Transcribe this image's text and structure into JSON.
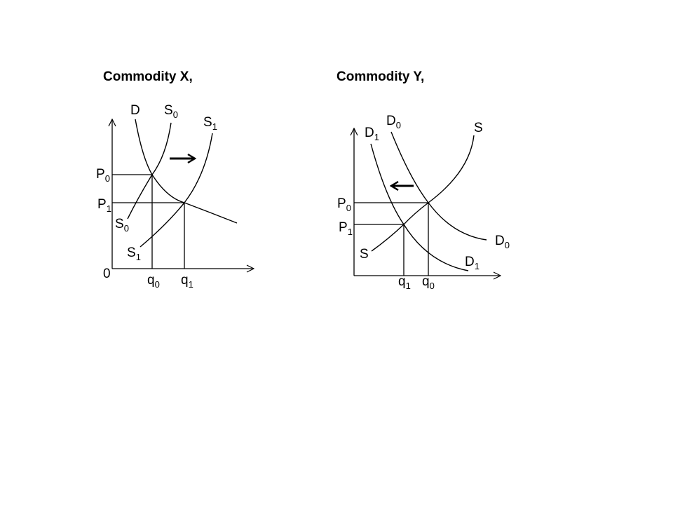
{
  "panels": [
    {
      "title": "Commodity X,",
      "origin_label": "0",
      "y_labels": [
        {
          "base": "P",
          "sub": "0"
        },
        {
          "base": "P",
          "sub": "1"
        }
      ],
      "x_labels": [
        {
          "base": "q",
          "sub": "0"
        },
        {
          "base": "q",
          "sub": "1"
        }
      ],
      "curve_labels": {
        "demand_top": {
          "base": "D",
          "sub": ""
        },
        "supply_initial_top": {
          "base": "S",
          "sub": "0"
        },
        "supply_initial_bottom": {
          "base": "S",
          "sub": "0"
        },
        "supply_new_top": {
          "base": "S",
          "sub": "1"
        },
        "supply_new_bottom": {
          "base": "S",
          "sub": "1"
        }
      },
      "shift_direction": "right"
    },
    {
      "title": "Commodity Y,",
      "y_labels": [
        {
          "base": "P",
          "sub": "0"
        },
        {
          "base": "P",
          "sub": "1"
        }
      ],
      "x_labels": [
        {
          "base": "q",
          "sub": "1"
        },
        {
          "base": "q",
          "sub": "0"
        }
      ],
      "curve_labels": {
        "demand_initial_top": {
          "base": "D",
          "sub": "0"
        },
        "demand_initial_bottom": {
          "base": "D",
          "sub": "0"
        },
        "demand_new_top": {
          "base": "D",
          "sub": "1"
        },
        "demand_new_bottom": {
          "base": "D",
          "sub": "1"
        },
        "supply_top": {
          "base": "S",
          "sub": ""
        },
        "supply_bottom": {
          "base": "S",
          "sub": ""
        }
      },
      "shift_direction": "left"
    }
  ]
}
